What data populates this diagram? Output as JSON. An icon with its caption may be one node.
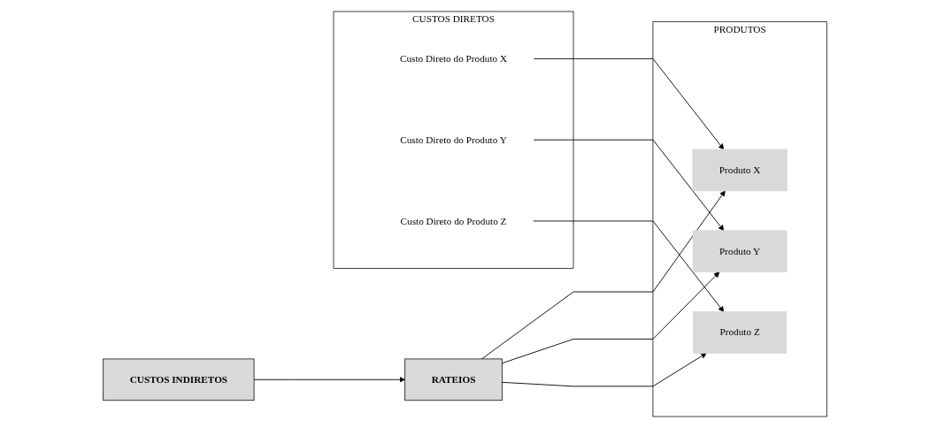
{
  "diagram": {
    "nodes": [
      {
        "text": [
          "CUSTOS DIRETOS"
        ]
      },
      {
        "text": [
          "Custo Direto do Produto X"
        ],
        "in": 0
      },
      {
        "text": [
          "Custo Direto do Produto Y"
        ],
        "in": 0
      },
      {
        "text": [
          "Custo Direto do Produto Z"
        ],
        "in": 0
      },
      {
        "text": [
          "CUSTOS INDIRETOS"
        ]
      },
      {
        "text": [
          "RATEIOS"
        ]
      },
      {
        "text": [
          "PRODUTOS"
        ]
      },
      {
        "text": [
          "Produto X"
        ],
        "in": 6
      },
      {
        "text": [
          "Produto Y"
        ],
        "in": 6
      },
      {
        "text": [
          "Produto Z"
        ],
        "in": 6
      }
    ],
    "edges": [
      {
        "from": 1,
        "to": 7,
        "arrow": "to"
      },
      {
        "from": 2,
        "to": 8,
        "arrow": "to"
      },
      {
        "from": 3,
        "to": 9,
        "arrow": "to"
      },
      {
        "from": 4,
        "to": 5,
        "arrow": "to"
      },
      {
        "from": 5,
        "to": 7,
        "arrow": "to"
      },
      {
        "from": 5,
        "to": 8,
        "arrow": "to"
      },
      {
        "from": 5,
        "to": 9,
        "arrow": "to"
      }
    ]
  }
}
